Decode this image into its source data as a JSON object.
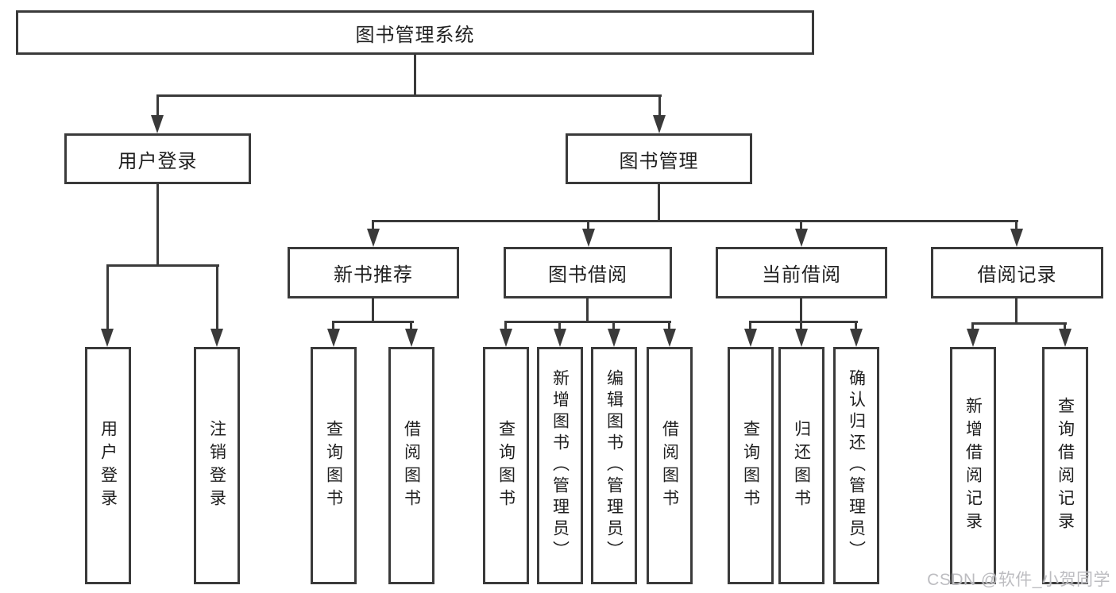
{
  "diagram": {
    "title": "图书管理系统",
    "colors": {
      "line": "#3a3a3a",
      "text": "#1f1f1f",
      "box_bg": "#ffffff",
      "watermark": "#bdbdc1",
      "background": "#ffffff"
    },
    "level2": [
      {
        "label": "用户登录"
      },
      {
        "label": "图书管理"
      }
    ],
    "level3": [
      {
        "label": "新书推荐"
      },
      {
        "label": "图书借阅"
      },
      {
        "label": "当前借阅"
      },
      {
        "label": "借阅记录"
      }
    ],
    "leaves": {
      "user_login": [
        {
          "label": "用户登录"
        },
        {
          "label": "注销登录"
        }
      ],
      "new_book_recommend": [
        {
          "label": "查询图书"
        },
        {
          "label": "借阅图书"
        }
      ],
      "book_borrow": [
        {
          "label": "查询图书"
        },
        {
          "label": "新增图书（管理员）"
        },
        {
          "label": "编辑图书（管理员）"
        },
        {
          "label": "借阅图书"
        }
      ],
      "current_borrow": [
        {
          "label": "查询图书"
        },
        {
          "label": "归还图书"
        },
        {
          "label": "确认归还（管理员）"
        }
      ],
      "borrow_records": [
        {
          "label": "新增借阅记录"
        },
        {
          "label": "查询借阅记录"
        }
      ]
    },
    "watermark": "CSDN @软件_小贺同学"
  }
}
